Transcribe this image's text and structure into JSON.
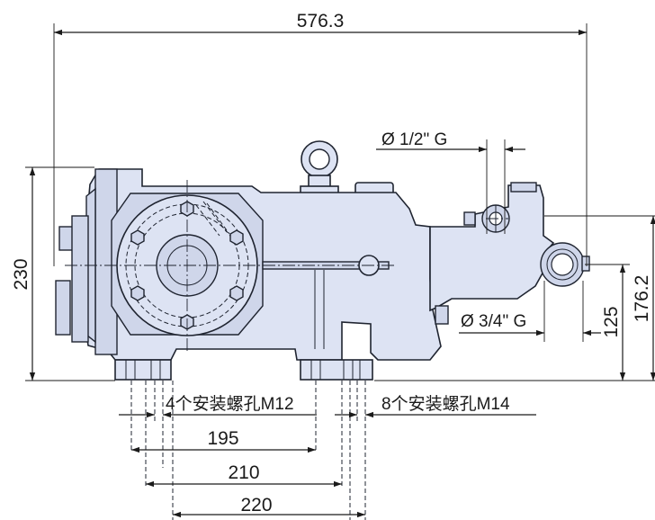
{
  "dimensions": {
    "overall_length": "576.3",
    "overall_height": "230",
    "outlet_height": "176.2",
    "inlet_height": "125",
    "spacing_1": "195",
    "spacing_2": "210",
    "spacing_3": "220"
  },
  "callouts": {
    "outlet_thread": "Ø 1/2\" G",
    "inlet_thread": "Ø 3/4\" G",
    "mount_holes_m12": "4个安装螺孔M12",
    "mount_holes_m14": "8个安装螺孔M14"
  },
  "colors": {
    "body_fill": "#dde3f3",
    "line": "#1a1a1a"
  }
}
